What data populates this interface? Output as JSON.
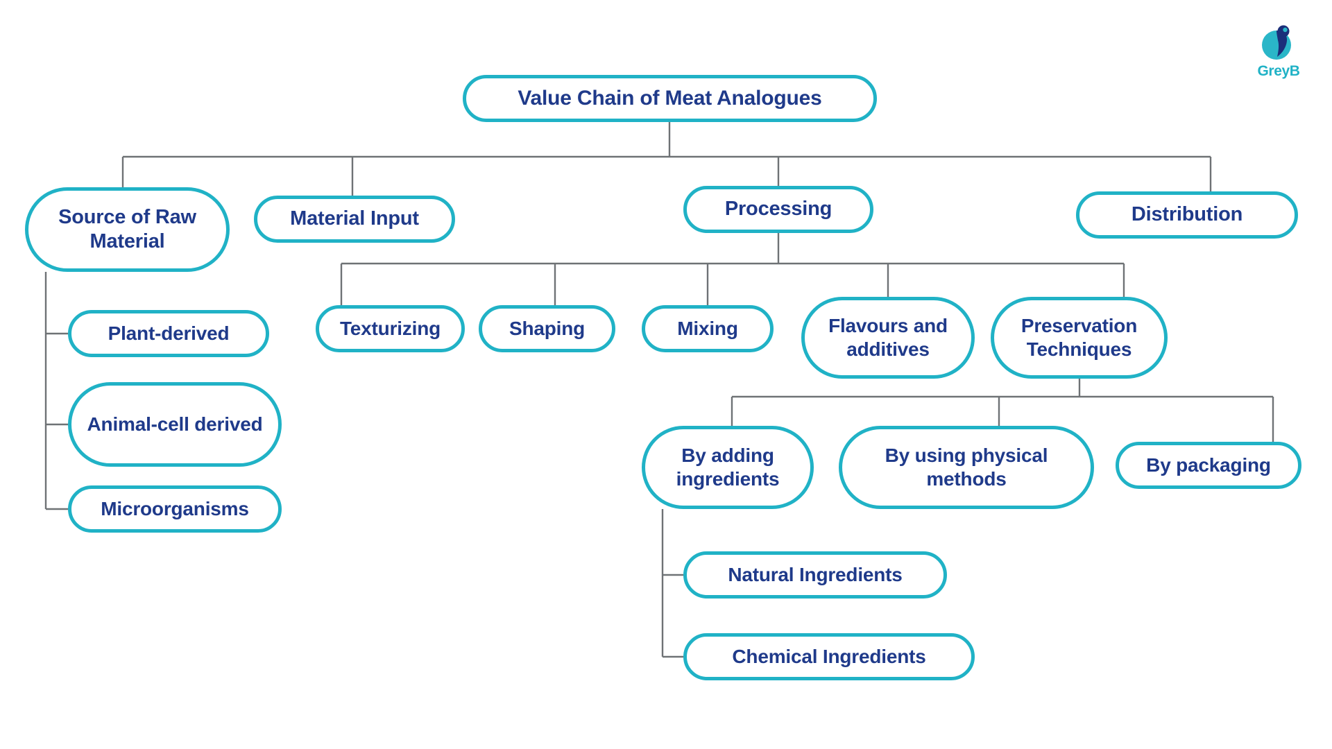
{
  "diagram": {
    "title": "Value Chain of Meat Analogues",
    "type": "tree-hierarchy",
    "colors": {
      "node_border": "#20B2C6",
      "node_text": "#1F3A8A",
      "node_fill": "#FFFFFF",
      "connector": "#6E7275",
      "background": "#FFFFFF",
      "brand_teal": "#20B2C6",
      "brand_navy": "#1B2F7A"
    },
    "root": {
      "label": "Value Chain of Meat Analogues"
    },
    "level1": [
      {
        "label": "Source of Raw Material"
      },
      {
        "label": "Material Input"
      },
      {
        "label": "Processing"
      },
      {
        "label": "Distribution"
      }
    ],
    "source_children": [
      {
        "label": "Plant-derived"
      },
      {
        "label": "Animal-cell derived"
      },
      {
        "label": "Microorganisms"
      }
    ],
    "processing_children": [
      {
        "label": "Texturizing"
      },
      {
        "label": "Shaping"
      },
      {
        "label": "Mixing"
      },
      {
        "label": "Flavours and additives"
      },
      {
        "label": "Preservation Techniques"
      }
    ],
    "preservation_children": [
      {
        "label": "By adding ingredients"
      },
      {
        "label": "By using physical methods"
      },
      {
        "label": "By packaging"
      }
    ],
    "adding_ingredients_children": [
      {
        "label": "Natural Ingredients"
      },
      {
        "label": "Chemical Ingredients"
      }
    ]
  },
  "branding": {
    "logo_icon": "greyb-bird-logo",
    "wordmark": "GreyB"
  }
}
